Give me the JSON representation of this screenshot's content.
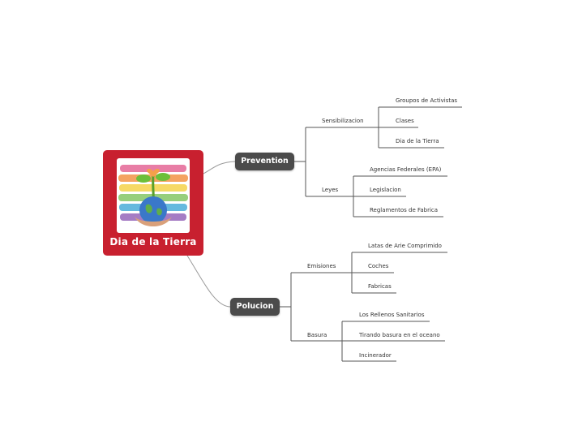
{
  "central": {
    "label": "Dia de la Tierra",
    "image": "earth-in-hands-rainbow-illustration",
    "color": "#c8202f"
  },
  "branches": [
    {
      "label": "Prevention",
      "subtopics": [
        {
          "label": "Sensibilizacion",
          "children": [
            "Groupos de Activistas",
            "Clases",
            "Dia de la Tierra"
          ]
        },
        {
          "label": "Leyes",
          "children": [
            "Agencias Federales (EPA)",
            "Legislacion",
            "Reglamentos de Fabrica"
          ]
        }
      ]
    },
    {
      "label": "Polucion",
      "subtopics": [
        {
          "label": "Emisiones",
          "children": [
            "Latas de Arie Comprimido",
            "Coches",
            "Fabricas"
          ]
        },
        {
          "label": "Basura",
          "children": [
            "Los Rellenos Sanitarios",
            "Tirando basura en el oceano",
            "Incinerador"
          ]
        }
      ]
    }
  ],
  "colors": {
    "topic_bg": "#4b4b4b",
    "line": "#8a8a8a"
  }
}
